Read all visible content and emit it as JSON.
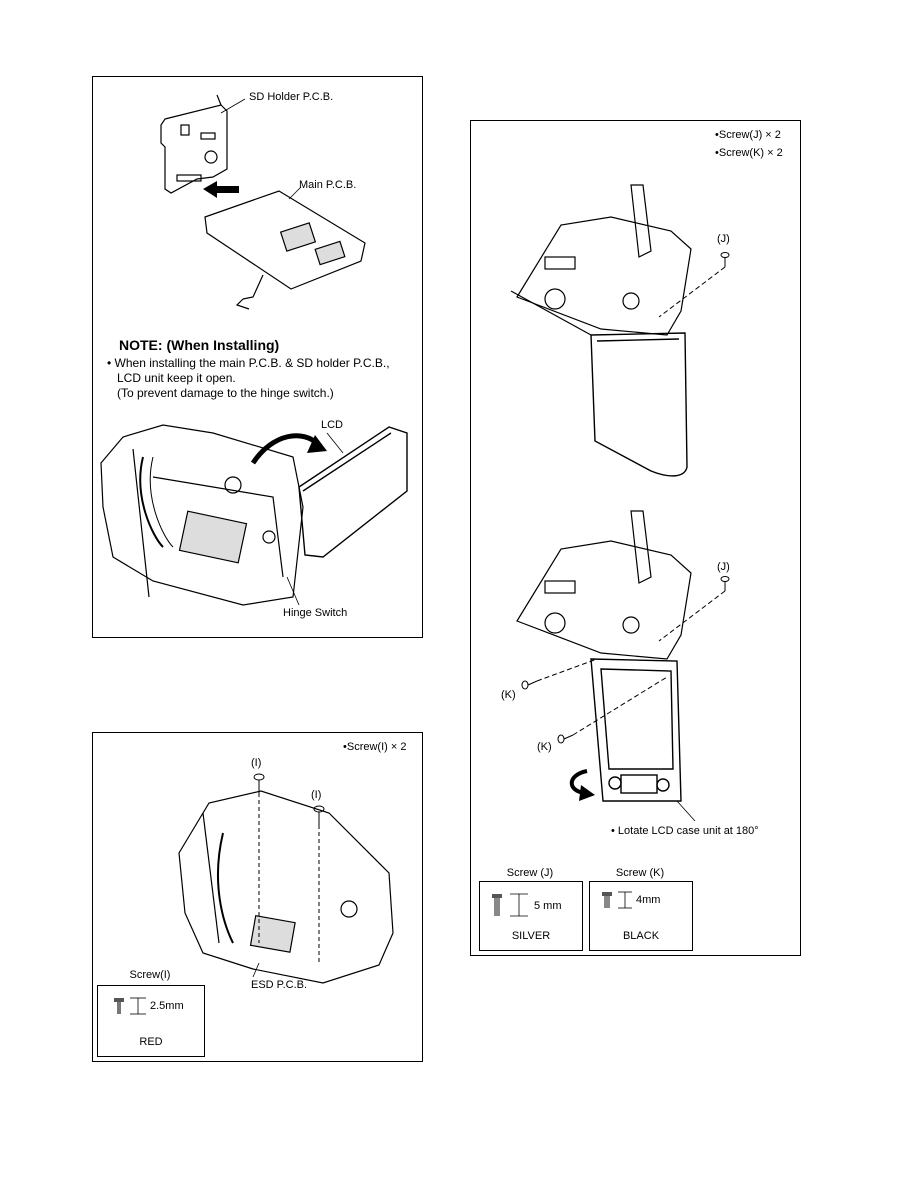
{
  "panel1": {
    "sd_holder_label": "SD Holder P.C.B.",
    "main_pcb_label": "Main P.C.B.",
    "note_title": "NOTE: (When Installing)",
    "note_lines": [
      "• When installing the main P.C.B. & SD holder P.C.B.,",
      "LCD unit keep it open.",
      "(To prevent damage to the hinge switch.)"
    ],
    "lcd_label": "LCD",
    "hinge_label": "Hinge Switch"
  },
  "panel2": {
    "screw_qty": "•Screw(I) × 2",
    "callout_i_1": "(I)",
    "callout_i_2": "(I)",
    "esd_label": "ESD P.C.B.",
    "spec": {
      "title": "Screw(I)",
      "size": "2.5mm",
      "color": "RED"
    }
  },
  "panel3": {
    "screw_qty_j": "•Screw(J) × 2",
    "screw_qty_k": "•Screw(K) × 2",
    "callout_j_1": "(J)",
    "callout_j_2": "(J)",
    "callout_k_1": "(K)",
    "callout_k_2": "(K)",
    "rotate_note": "• Lotate LCD case unit at 180°",
    "spec_j": {
      "title": "Screw (J)",
      "size": "5 mm",
      "color": "SILVER"
    },
    "spec_k": {
      "title": "Screw (K)",
      "size": "4mm",
      "color": "BLACK"
    }
  }
}
